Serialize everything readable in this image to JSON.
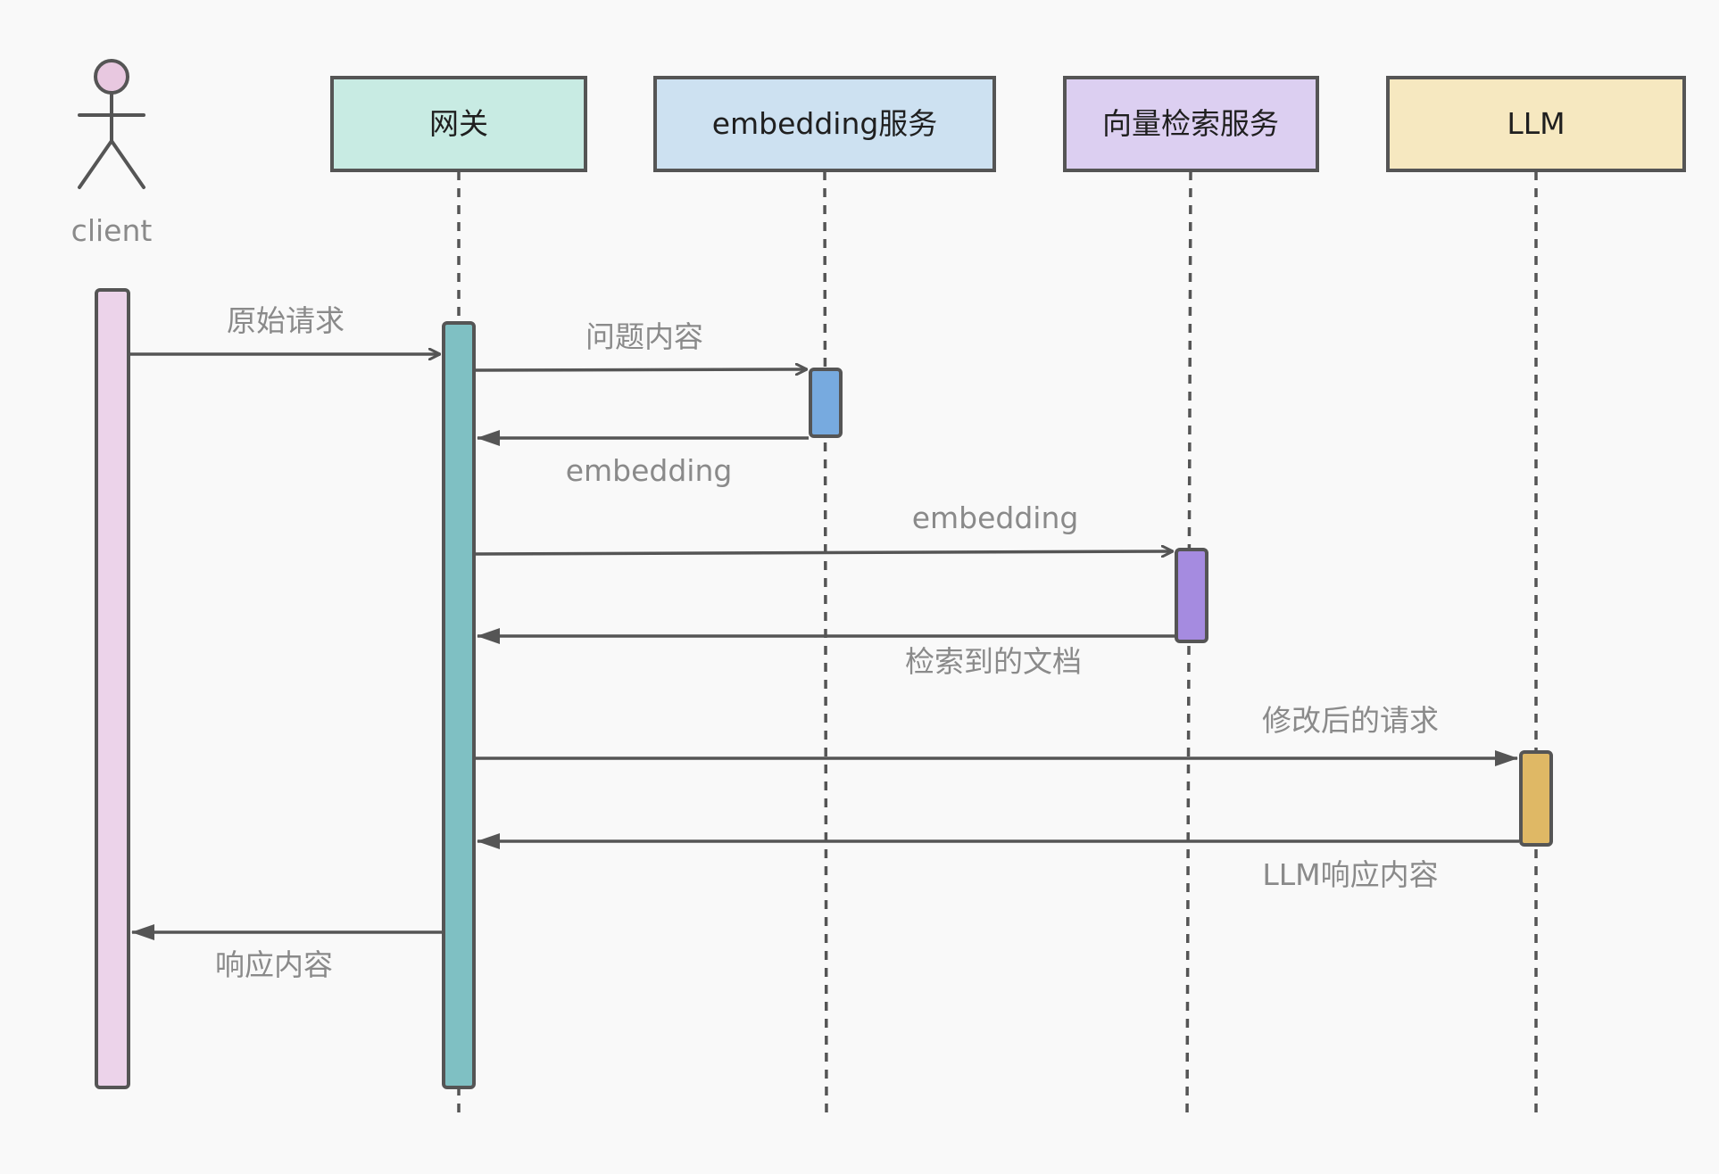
{
  "client": {
    "label": "client",
    "head_fill": "#e8c8e0",
    "activation_fill": "#ecd3ea"
  },
  "participants": [
    {
      "id": "gateway",
      "label": "网关",
      "fill": "#c8ebe3",
      "activation_fill": "#7fc0c3"
    },
    {
      "id": "embedding",
      "label": "embedding服务",
      "fill": "#cde1f1",
      "activation_fill": "#77aadf"
    },
    {
      "id": "vector",
      "label": "向量检索服务",
      "fill": "#dccff1",
      "activation_fill": "#a58be0"
    },
    {
      "id": "llm",
      "label": "LLM",
      "fill": "#f6e8c0",
      "activation_fill": "#dfb865"
    }
  ],
  "messages": [
    {
      "id": "msg-original-request",
      "label": "原始请求"
    },
    {
      "id": "msg-question-content",
      "label": "问题内容"
    },
    {
      "id": "msg-embedding-return",
      "label": "embedding"
    },
    {
      "id": "msg-embedding-send",
      "label": "embedding"
    },
    {
      "id": "msg-retrieved-docs",
      "label": "检索到的文档"
    },
    {
      "id": "msg-modified-request",
      "label": "修改后的请求"
    },
    {
      "id": "msg-llm-response",
      "label": "LLM响应内容"
    },
    {
      "id": "msg-response-content",
      "label": "响应内容"
    }
  ]
}
